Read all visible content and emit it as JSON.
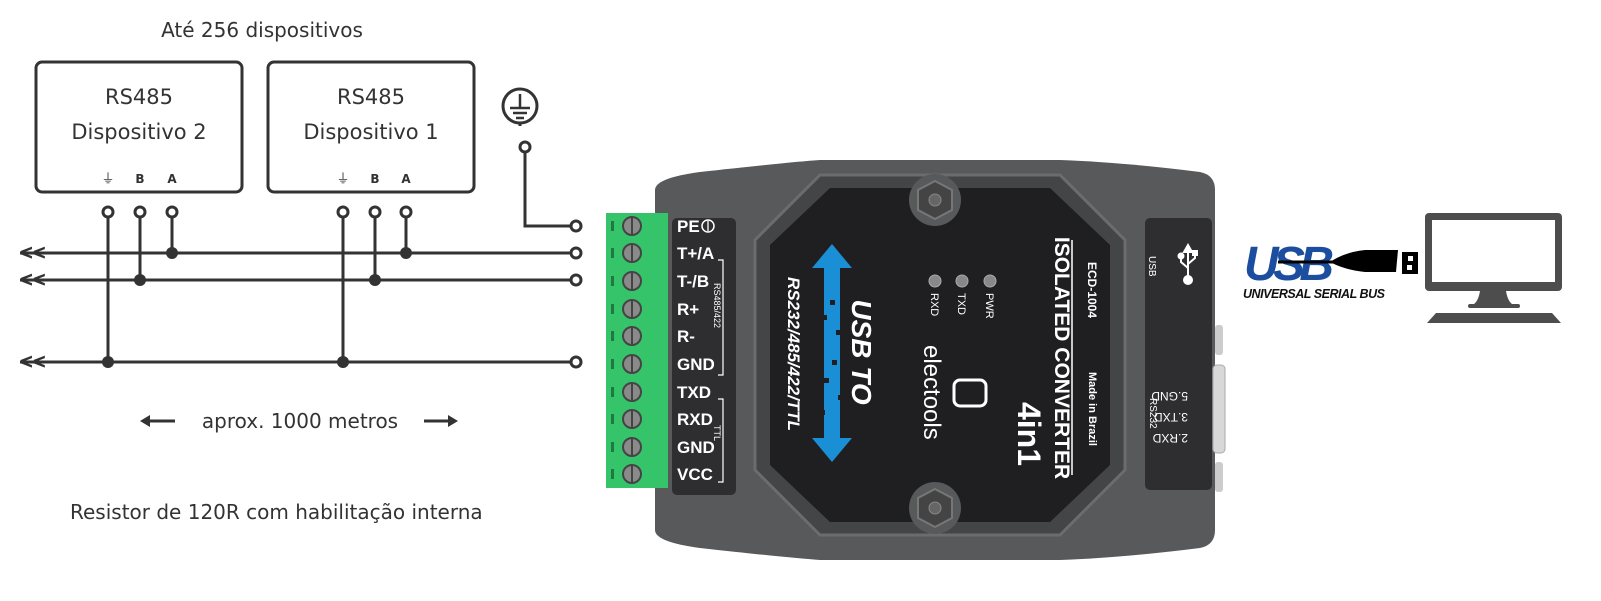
{
  "diagram": {
    "title": "Até 256 dispositivos",
    "devices": [
      {
        "protocol": "RS485",
        "name": "Dispositivo 2",
        "terminals": [
          "⏚",
          "B",
          "A"
        ]
      },
      {
        "protocol": "RS485",
        "name": "Dispositivo 1",
        "terminals": [
          "⏚",
          "B",
          "A"
        ]
      }
    ],
    "distance_label": "aprox. 1000 metros",
    "resistor_note": "Resistor de 120R com habilitação interna",
    "bus_arrow": "<<"
  },
  "converter": {
    "pins": [
      "PE",
      "T+/A",
      "T-/B",
      "R+",
      "R-",
      "GND",
      "TXD",
      "RXD",
      "GND",
      "VCC"
    ],
    "group_rs485": "RS485/422",
    "group_ttl": "TTL",
    "usb_to": "USB TO",
    "interfaces": "RS232/485/422/TTL",
    "leds": [
      "RXD",
      "TXD",
      "PWR"
    ],
    "brand": "electools",
    "title": "ISOLATED CONVERTER",
    "subtitle": "4in1",
    "model": "ECD-1004",
    "origin": "Made in Brazil",
    "usb_port_label": "USB",
    "rs232_label": "RS232",
    "rs232_pins": [
      "5.GND",
      "3.TXD",
      "2.RXD"
    ]
  },
  "usb_logo": {
    "text": "USB",
    "caption": "UNIVERSAL SERIAL BUS"
  },
  "colors": {
    "body": "#58595b",
    "panel": "#2e2e30",
    "terminal": "#35c46a",
    "arrow": "#1a8fd6",
    "usb_blue": "#1c4ea0"
  }
}
